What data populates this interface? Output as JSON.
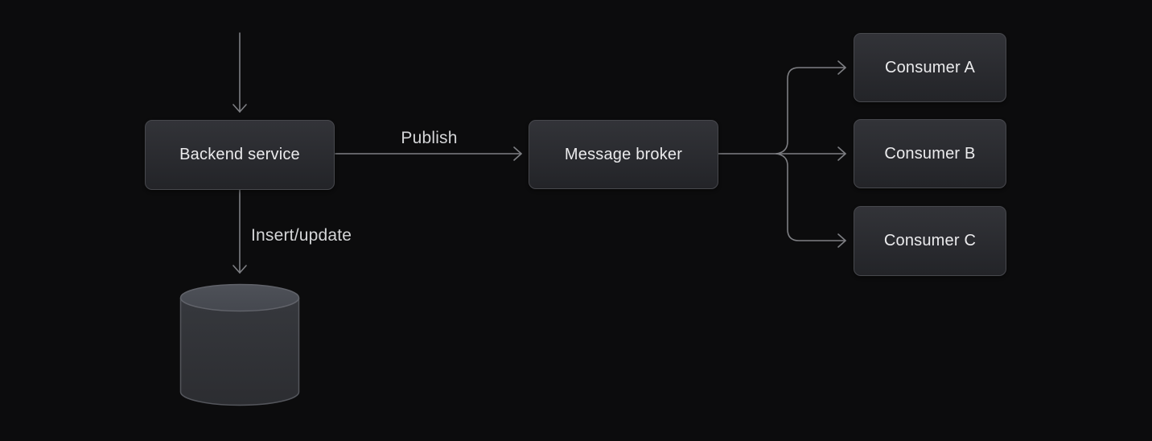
{
  "diagram": {
    "title": "message-broker-architecture",
    "nodes": {
      "backend": {
        "label": "Backend service"
      },
      "broker": {
        "label": "Message broker"
      },
      "consumer_a": {
        "label": "Consumer A"
      },
      "consumer_b": {
        "label": "Consumer B"
      },
      "consumer_c": {
        "label": "Consumer C"
      },
      "database": {
        "label": "",
        "shape": "cylinder"
      }
    },
    "edges": [
      {
        "from": "external",
        "to": "backend",
        "label": ""
      },
      {
        "from": "backend",
        "to": "broker",
        "label": "Publish"
      },
      {
        "from": "backend",
        "to": "database",
        "label": "Insert/update"
      },
      {
        "from": "broker",
        "to": "consumer_a",
        "label": ""
      },
      {
        "from": "broker",
        "to": "consumer_b",
        "label": ""
      },
      {
        "from": "broker",
        "to": "consumer_c",
        "label": ""
      }
    ],
    "edge_labels": {
      "publish": "Publish",
      "insert_update": "Insert/update"
    },
    "colors": {
      "background": "#0c0c0d",
      "node_fill_top": "#323338",
      "node_fill_bottom": "#232428",
      "node_border": "#47484d",
      "node_text": "#ebebed",
      "edge_stroke": "#7e7f83",
      "edge_label_text": "#d4d5d7",
      "cylinder_top": "#4a4d54",
      "cylinder_body": "#34363b"
    }
  }
}
